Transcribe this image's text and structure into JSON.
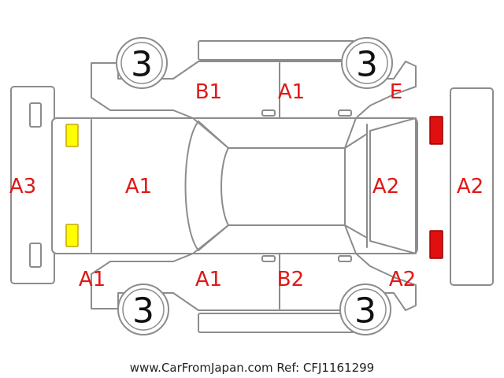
{
  "colors": {
    "damage_code": "#e01818",
    "outline": "#8c8c8c",
    "wheel_number": "#111111",
    "front_lamp_fill": "#ffff00",
    "front_lamp_stroke": "#c9a800",
    "rear_lamp_fill": "#e01010",
    "rear_lamp_stroke": "#a00000"
  },
  "wheels": {
    "top_left": "3",
    "top_right": "3",
    "bottom_left": "3",
    "bottom_right": "3"
  },
  "damage_codes": {
    "front_bumper": "A3",
    "hood": "A1",
    "front_left_corner": "A1",
    "top_front_door": "B1",
    "top_rear_door": "A1",
    "top_rear_fender": "E",
    "bottom_front_door": "A1",
    "bottom_rear_door": "B2",
    "bottom_rear_fender": "A2",
    "trunk": "A2",
    "rear_bumper": "A2"
  },
  "footer": {
    "text": "www.CarFromJapan.com Ref: CFJ1161299"
  }
}
